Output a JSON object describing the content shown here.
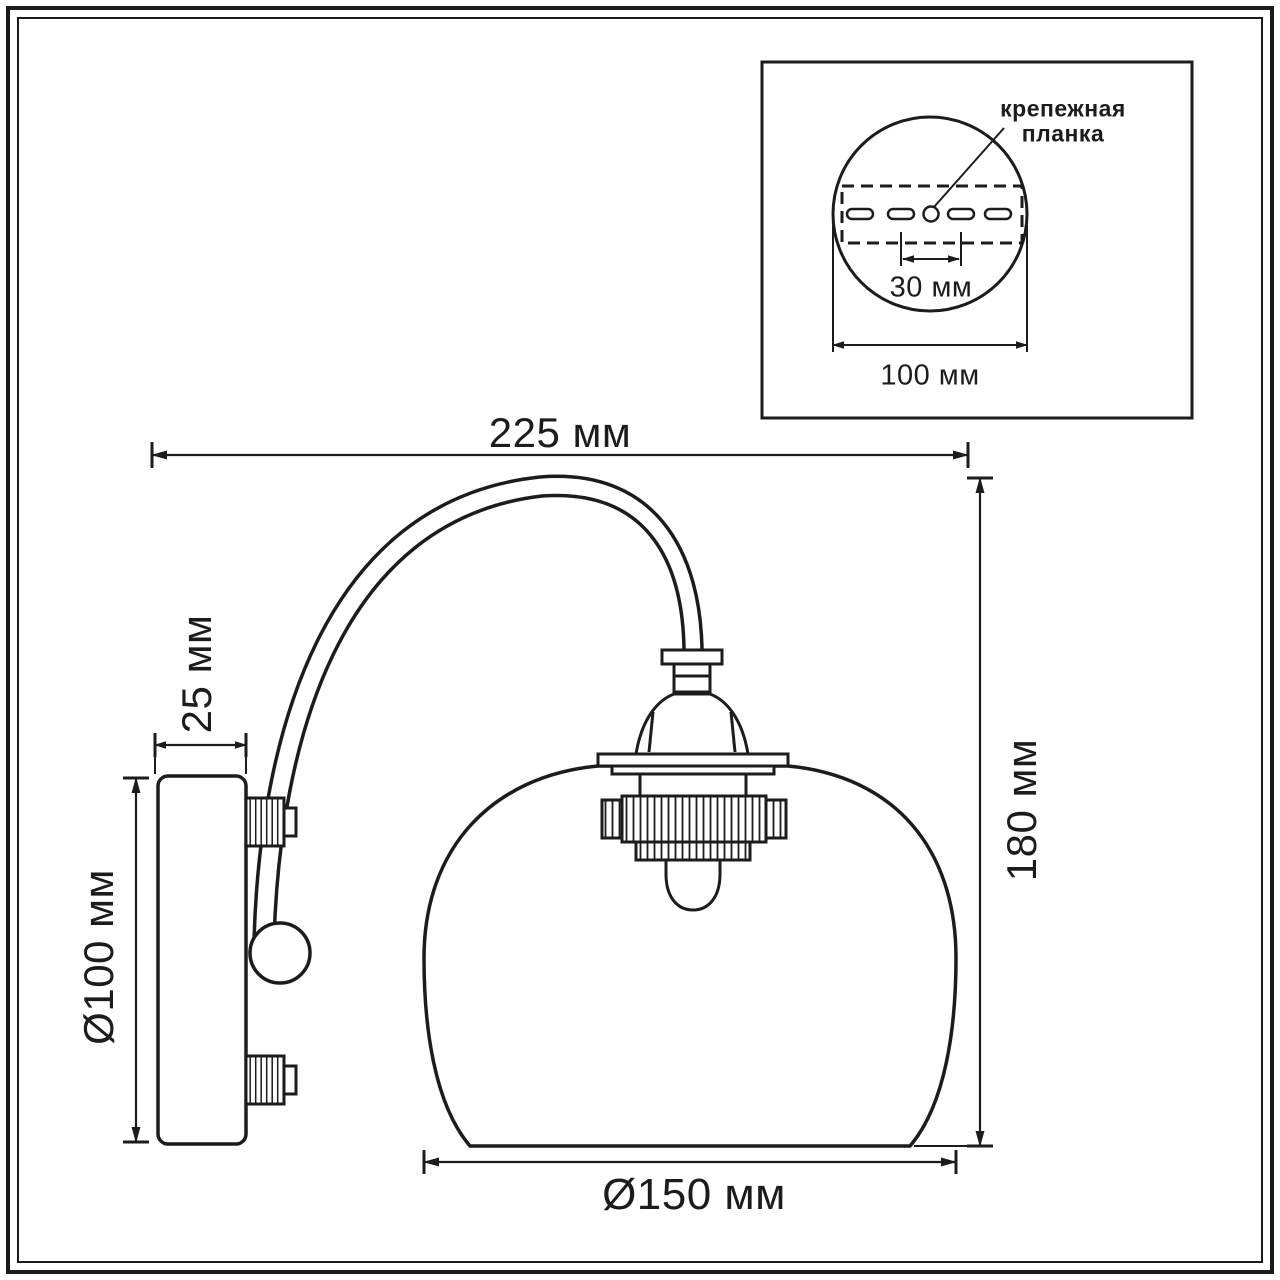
{
  "colors": {
    "ink": "#1c1c1c",
    "paper": "#ffffff"
  },
  "main_dimensions": {
    "total_width": "225 мм",
    "plate_depth": "25 мм",
    "plate_diameter": "Ø100 мм",
    "total_height": "180 мм",
    "shade_diameter": "Ø150 мм"
  },
  "inset": {
    "callout_line1": "крепежная",
    "callout_line2": "планка",
    "slot_spacing": "30 мм",
    "plate_width": "100 мм"
  }
}
